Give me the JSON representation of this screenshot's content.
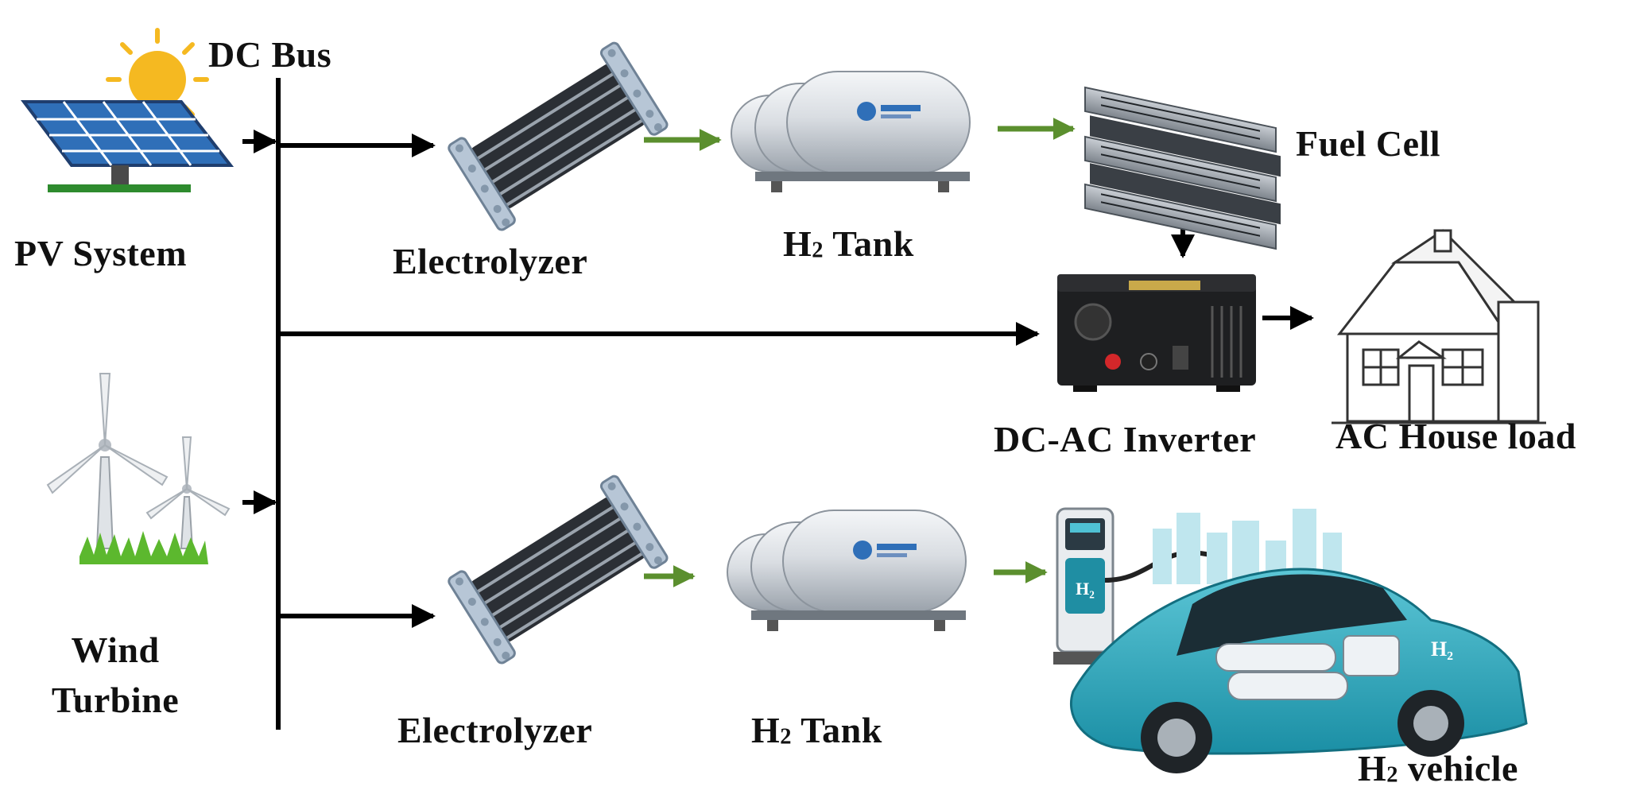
{
  "bus": {
    "label": "DC Bus"
  },
  "sources": {
    "pv": {
      "label": "PV System"
    },
    "wind": {
      "line1": "Wind",
      "line2": "Turbine"
    }
  },
  "top_path": {
    "electrolyzer": "Electrolyzer",
    "tank_prefix": "H",
    "tank_sub": "2",
    "tank_suffix": " Tank",
    "fuel_cell": "Fuel Cell"
  },
  "middle_path": {
    "inverter": "DC-AC Inverter",
    "load": "AC House load"
  },
  "bottom_path": {
    "electrolyzer": "Electrolyzer",
    "tank_prefix": "H",
    "tank_sub": "2",
    "tank_suffix": " Tank",
    "vehicle_prefix": "H",
    "vehicle_sub": "2",
    "vehicle_suffix": " vehicle"
  },
  "colors": {
    "power_arrow": "#000000",
    "hydrogen_arrow": "#5b8f2e",
    "vehicle_body": "#29a3b8",
    "panel_blue": "#2f6fb8",
    "sun": "#f5b921",
    "grass": "#5cb82e"
  },
  "icons": {
    "pv": "solar-panel-icon",
    "wind": "wind-turbine-icon",
    "electrolyzer": "electrolyzer-icon",
    "tank": "hydrogen-tank-icon",
    "fuel_cell": "fuel-cell-stack-icon",
    "inverter": "inverter-box-icon",
    "house": "house-icon",
    "vehicle": "hydrogen-car-icon",
    "charger": "hydrogen-pump-icon"
  }
}
